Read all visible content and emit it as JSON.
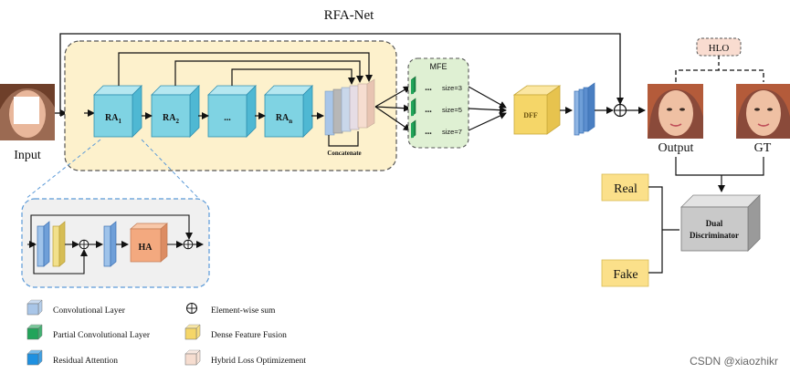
{
  "title": "RFA-Net",
  "labels": {
    "input": "Input",
    "output": "Output",
    "gt": "GT",
    "hlo": "HLO",
    "mfe": "MFE",
    "dff": "DFF",
    "concatenate": "Concatenate",
    "ha": "HA",
    "real": "Real",
    "fake": "Fake",
    "dual_discriminator_line1": "Dual",
    "dual_discriminator_line2": "Discriminator",
    "ellipsis": "...",
    "ra_base": "RA",
    "ra_subscripts": [
      "1",
      "2",
      "n"
    ]
  },
  "mfe_sizes": [
    "size=3",
    "size=5",
    "size=7"
  ],
  "legend": [
    {
      "text": "Convolutional Layer",
      "icon": "conv-layer-cube-icon",
      "color": "#a9c6e8"
    },
    {
      "text": "Partial Convolutional Layer",
      "icon": "partial-conv-cube-icon",
      "color": "#22a45a"
    },
    {
      "text": "Residual Attention",
      "icon": "residual-attention-cube-icon",
      "color": "#1e90e0"
    },
    {
      "text": "Element-wise sum",
      "icon": "element-wise-sum-icon",
      "color": "#000000"
    },
    {
      "text": "Dense Feature Fusion",
      "icon": "dff-cube-icon",
      "color": "#f5d668"
    },
    {
      "text": "Hybrid Loss Optimizement",
      "icon": "hlo-cube-icon",
      "color": "#f6ddd0"
    }
  ],
  "watermark": "CSDN @xiaozhikr",
  "colors": {
    "ra_block": "#7fd3e3",
    "conv": "#9fc3ea",
    "ra_container_fill": "#fdf1cc",
    "mfe_fill": "#dff0d3",
    "dff": "#f5d668",
    "ha": "#f3a97f",
    "hlo_fill": "#f9dcd0",
    "real_fake_fill": "#fbe08a",
    "discriminator": "#c9c9c9"
  }
}
